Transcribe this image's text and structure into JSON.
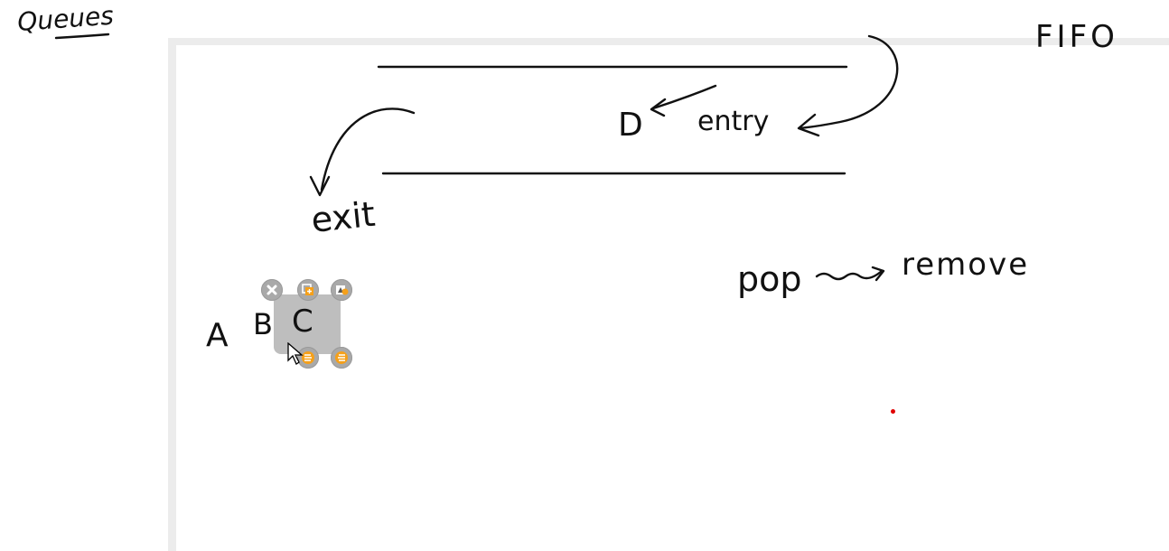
{
  "canvas": {
    "heading": "Queues",
    "fifo": "FIFO",
    "entry_d": "D",
    "entry": "entry",
    "exit": "exit",
    "letter_a": "A",
    "letter_b": "B",
    "letter_c": "C",
    "pop": "pop",
    "remove": "remove"
  },
  "selection_toolbar": {
    "icons": [
      "close-icon",
      "duplicate-icon",
      "color-icon",
      "align-left-icon",
      "align-right-icon"
    ]
  },
  "colors": {
    "ink": "#111111",
    "handle_accent": "#f5a01a",
    "laser": "#e00000",
    "selection": "#969696"
  }
}
